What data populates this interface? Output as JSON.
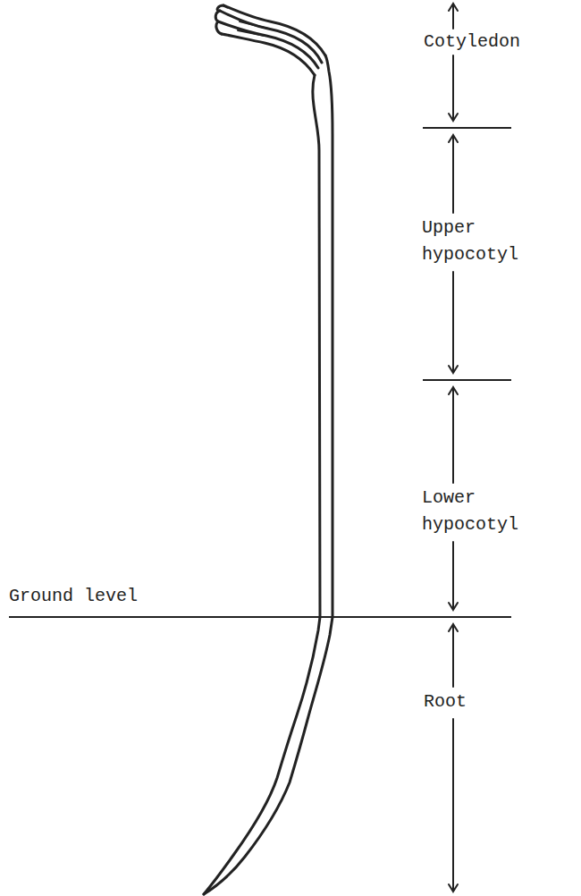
{
  "diagram": {
    "labels": [
      "Cotyledon",
      "Upper hypocotyl",
      "Lower hypocotyl",
      "Ground level",
      "Root"
    ]
  }
}
